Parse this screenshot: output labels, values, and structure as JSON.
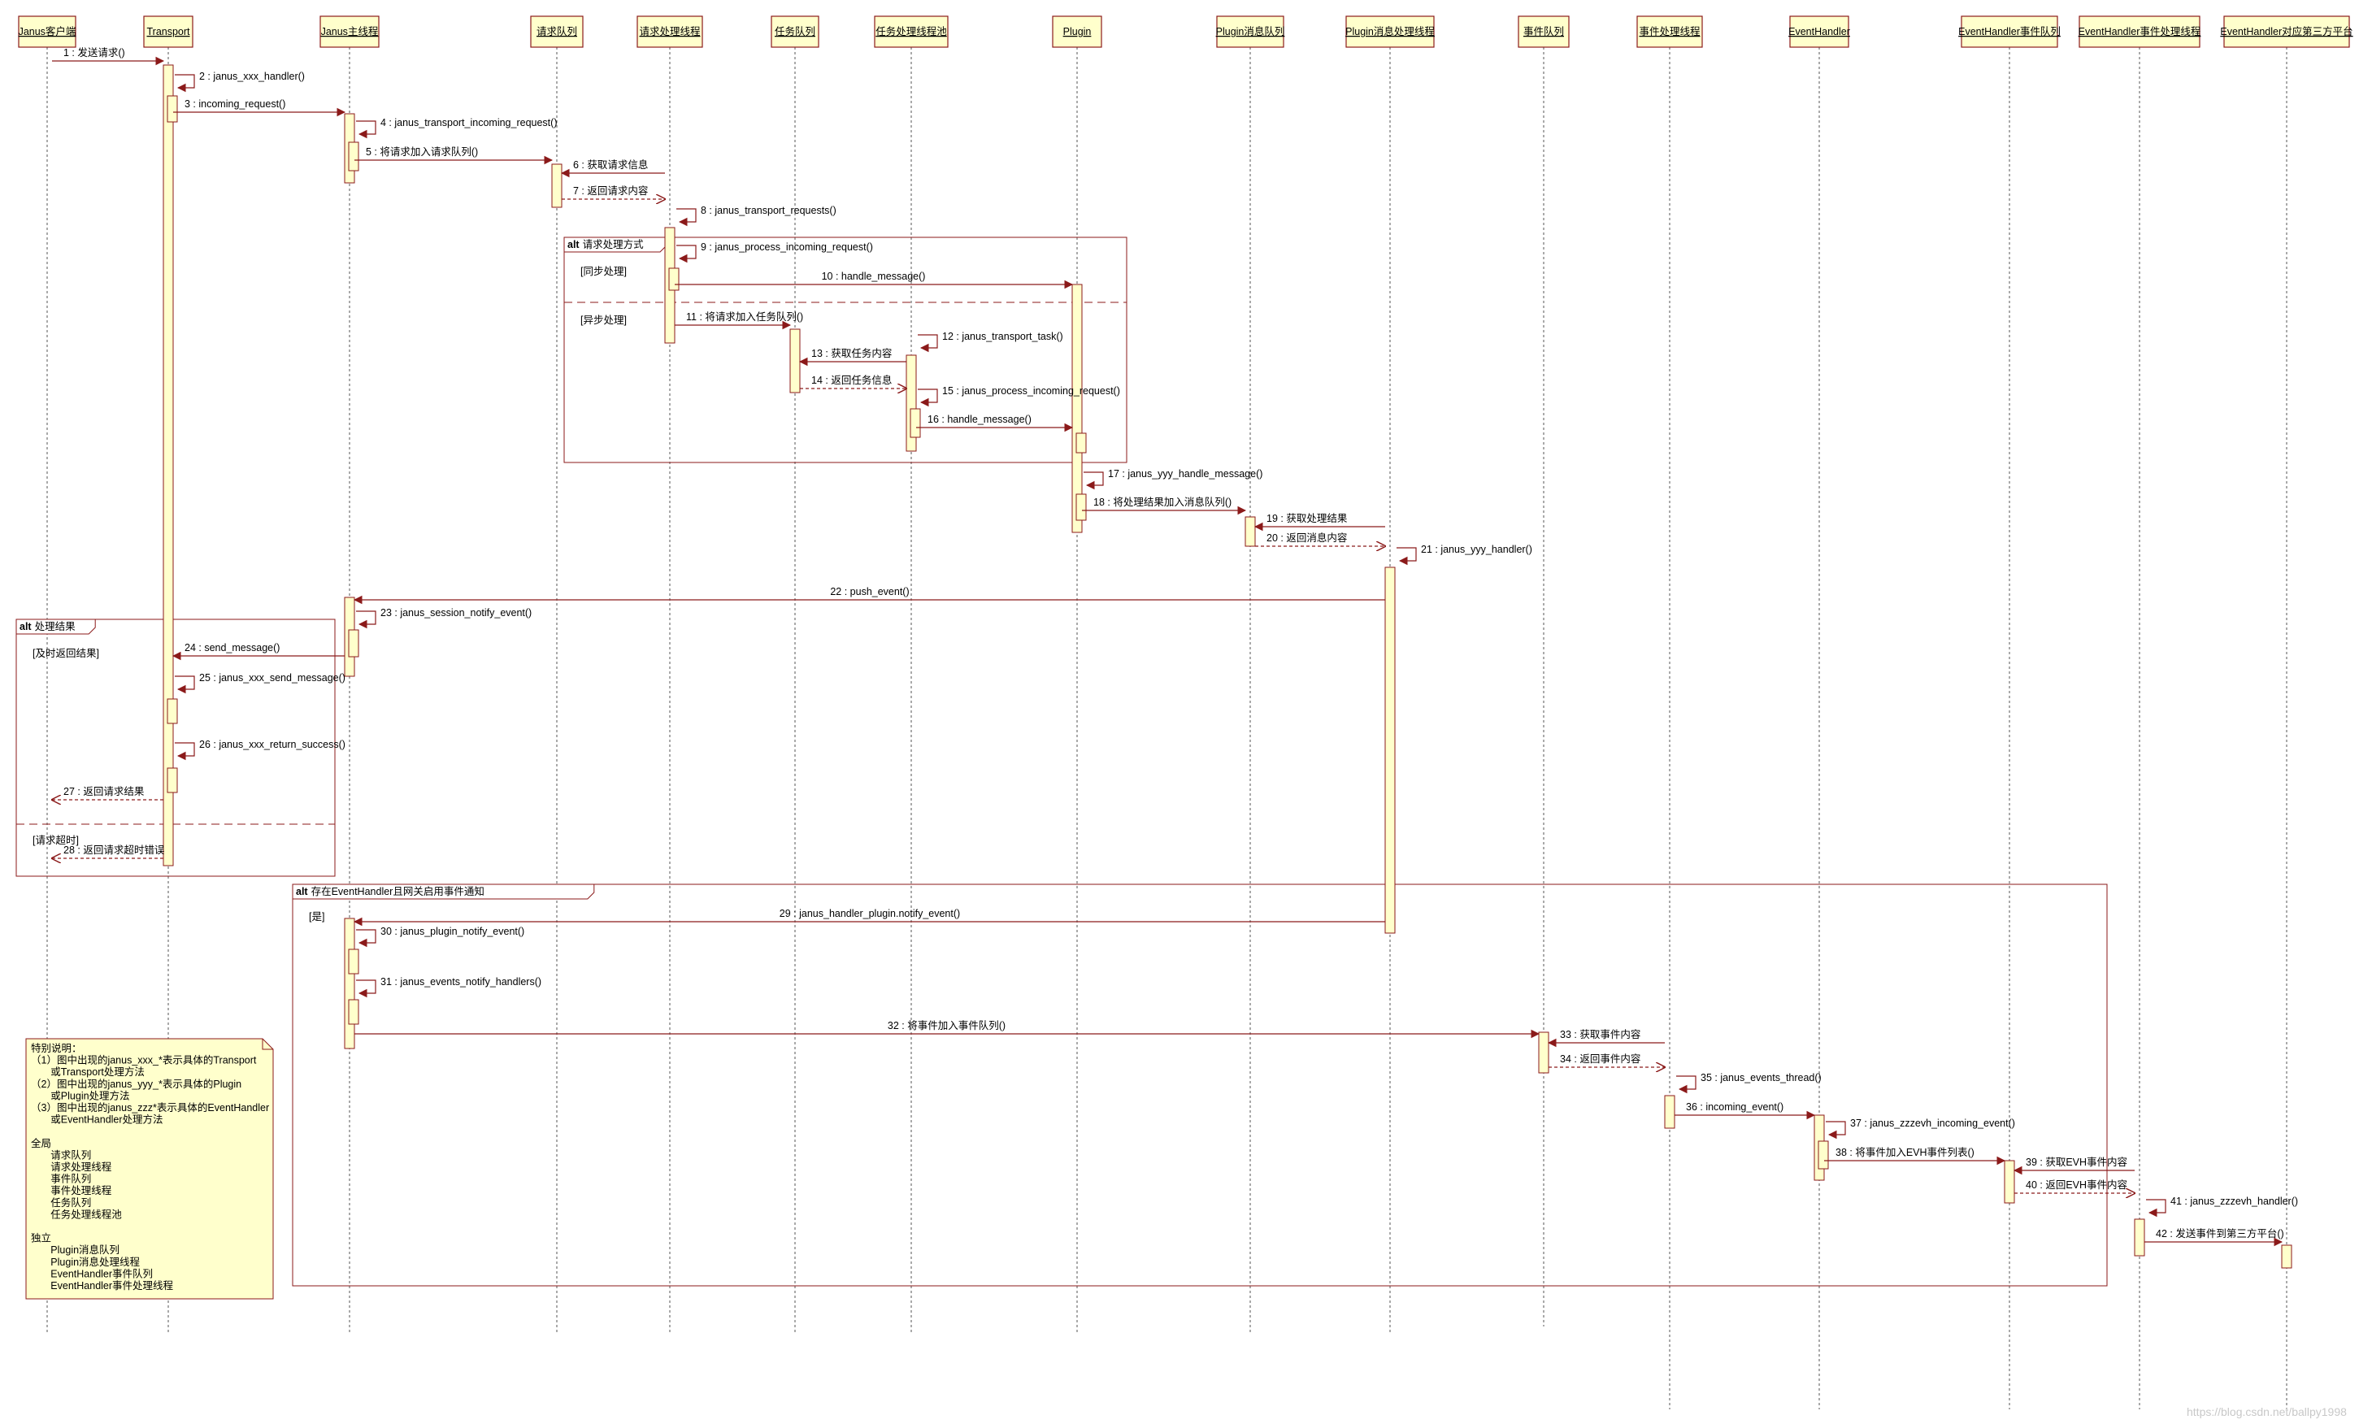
{
  "colors": {
    "participant_fill": "#ffffcc",
    "participant_border": "#8b1a1a",
    "message_line": "#8b1a1a",
    "lifeline": "#555555",
    "frame_border": "#8b1a1a"
  },
  "participants": [
    {
      "id": "client",
      "label": "Janus客户端"
    },
    {
      "id": "transport",
      "label": "Transport"
    },
    {
      "id": "main",
      "label": "Janus主线程"
    },
    {
      "id": "reqq",
      "label": "请求队列"
    },
    {
      "id": "reqt",
      "label": "请求处理线程"
    },
    {
      "id": "taskq",
      "label": "任务队列"
    },
    {
      "id": "taskt",
      "label": "任务处理线程池"
    },
    {
      "id": "plugin",
      "label": "Plugin"
    },
    {
      "id": "pmq",
      "label": "Plugin消息队列"
    },
    {
      "id": "pmt",
      "label": "Plugin消息处理线程"
    },
    {
      "id": "evq",
      "label": "事件队列"
    },
    {
      "id": "evt",
      "label": "事件处理线程"
    },
    {
      "id": "eh",
      "label": "EventHandler"
    },
    {
      "id": "ehq",
      "label": "EventHandler事件队列"
    },
    {
      "id": "eht",
      "label": "EventHandler事件处理线程"
    },
    {
      "id": "third",
      "label": "EventHandler对应第三方平台"
    }
  ],
  "messages": [
    {
      "from": "client",
      "to": "transport",
      "label": "1 : 发送请求()"
    },
    {
      "from": "transport",
      "to": "transport",
      "label": "2 : janus_xxx_handler()"
    },
    {
      "from": "transport",
      "to": "main",
      "label": "3 : incoming_request()"
    },
    {
      "from": "main",
      "to": "main",
      "label": "4 : janus_transport_incoming_request()"
    },
    {
      "from": "main",
      "to": "reqq",
      "label": "5 : 将请求加入请求队列()"
    },
    {
      "from": "reqt",
      "to": "reqq",
      "label": "6 : 获取请求信息"
    },
    {
      "from": "reqq",
      "to": "reqt",
      "label": "7 : 返回请求内容",
      "dashed": true
    },
    {
      "from": "reqt",
      "to": "reqt",
      "label": "8 : janus_transport_requests()"
    },
    {
      "from": "reqt",
      "to": "reqt",
      "label": "9 : janus_process_incoming_request()"
    },
    {
      "from": "reqt",
      "to": "plugin",
      "label": "10 : handle_message()"
    },
    {
      "from": "reqt",
      "to": "taskq",
      "label": "11 : 将请求加入任务队列()"
    },
    {
      "from": "taskt",
      "to": "taskt",
      "label": "12 : janus_transport_task()"
    },
    {
      "from": "taskt",
      "to": "taskq",
      "label": "13 : 获取任务内容"
    },
    {
      "from": "taskq",
      "to": "taskt",
      "label": "14 : 返回任务信息",
      "dashed": true
    },
    {
      "from": "taskt",
      "to": "taskt",
      "label": "15 : janus_process_incoming_request()"
    },
    {
      "from": "taskt",
      "to": "plugin",
      "label": "16 : handle_message()"
    },
    {
      "from": "plugin",
      "to": "plugin",
      "label": "17 : janus_yyy_handle_message()"
    },
    {
      "from": "plugin",
      "to": "pmq",
      "label": "18 : 将处理结果加入消息队列()"
    },
    {
      "from": "pmt",
      "to": "pmq",
      "label": "19 : 获取处理结果"
    },
    {
      "from": "pmq",
      "to": "pmt",
      "label": "20 : 返回消息内容",
      "dashed": true
    },
    {
      "from": "pmt",
      "to": "pmt",
      "label": "21 : janus_yyy_handler()"
    },
    {
      "from": "pmt",
      "to": "main",
      "label": "22 : push_event()"
    },
    {
      "from": "main",
      "to": "main",
      "label": "23 : janus_session_notify_event()"
    },
    {
      "from": "main",
      "to": "transport",
      "label": "24 : send_message()"
    },
    {
      "from": "transport",
      "to": "transport",
      "label": "25 : janus_xxx_send_message()"
    },
    {
      "from": "transport",
      "to": "transport",
      "label": "26 : janus_xxx_return_success()"
    },
    {
      "from": "transport",
      "to": "client",
      "label": "27 : 返回请求结果",
      "dashed": true
    },
    {
      "from": "transport",
      "to": "client",
      "label": "28 : 返回请求超时错误",
      "dashed": true
    },
    {
      "from": "pmt",
      "to": "main",
      "label": "29 : janus_handler_plugin.notify_event()"
    },
    {
      "from": "main",
      "to": "main",
      "label": "30 : janus_plugin_notify_event()"
    },
    {
      "from": "main",
      "to": "main",
      "label": "31 : janus_events_notify_handlers()"
    },
    {
      "from": "main",
      "to": "evq",
      "label": "32 : 将事件加入事件队列()"
    },
    {
      "from": "evt",
      "to": "evq",
      "label": "33 : 获取事件内容"
    },
    {
      "from": "evq",
      "to": "evt",
      "label": "34 : 返回事件内容",
      "dashed": true
    },
    {
      "from": "evt",
      "to": "evt",
      "label": "35 : janus_events_thread()"
    },
    {
      "from": "evt",
      "to": "eh",
      "label": "36 : incoming_event()"
    },
    {
      "from": "eh",
      "to": "eh",
      "label": "37 : janus_zzzevh_incoming_event()"
    },
    {
      "from": "eh",
      "to": "ehq",
      "label": "38 : 将事件加入EVH事件列表()"
    },
    {
      "from": "eht",
      "to": "ehq",
      "label": "39 : 获取EVH事件内容"
    },
    {
      "from": "ehq",
      "to": "eht",
      "label": "40 : 返回EVH事件内容",
      "dashed": true
    },
    {
      "from": "eht",
      "to": "eht",
      "label": "41 : janus_zzzevh_handler()"
    },
    {
      "from": "eht",
      "to": "third",
      "label": "42 : 发送事件到第三方平台()"
    }
  ],
  "frames": [
    {
      "keyword": "alt",
      "title": "请求处理方式",
      "guards": [
        "[同步处理]",
        "[异步处理]"
      ]
    },
    {
      "keyword": "alt",
      "title": "处理结果",
      "guards": [
        "[及时返回结果]",
        "[请求超时]"
      ]
    },
    {
      "keyword": "alt",
      "title": "存在EventHandler且网关启用事件通知",
      "guards": [
        "[是]"
      ]
    }
  ],
  "note": {
    "lines": [
      "特别说明：",
      "（1）图中出现的janus_xxx_*表示具体的Transport",
      "       或Transport处理方法",
      "（2）图中出现的janus_yyy_*表示具体的Plugin",
      "       或Plugin处理方法",
      "（3）图中出现的janus_zzz*表示具体的EventHandler",
      "       或EventHandler处理方法",
      "",
      "全局",
      "       请求队列",
      "       请求处理线程",
      "       事件队列",
      "       事件处理线程",
      "       任务队列",
      "       任务处理线程池",
      "",
      "独立",
      "       Plugin消息队列",
      "       Plugin消息处理线程",
      "       EventHandler事件队列",
      "       EventHandler事件处理线程"
    ]
  },
  "watermark": "https://blog.csdn.net/ballpy1998"
}
